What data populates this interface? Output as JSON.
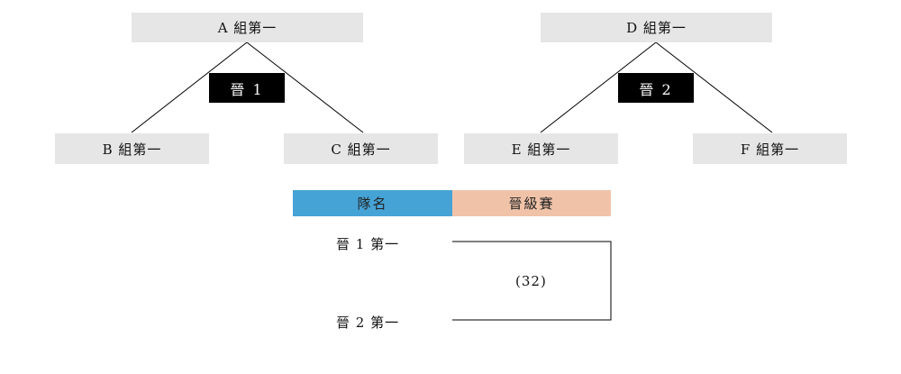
{
  "groups_left": {
    "top": "A 組第一",
    "bottom_left": "B 組第一",
    "bottom_right": "C 組第一",
    "qualifier": "晉 1"
  },
  "groups_right": {
    "top": "D 組第一",
    "bottom_left": "E 組第一",
    "bottom_right": "F 組第一",
    "qualifier": "晉 2"
  },
  "table_header": {
    "team_name": "隊名",
    "promotion_match": "晉級賽",
    "team_name_color": "#46a3d6",
    "promotion_match_color": "#f0c3a8"
  },
  "bracket": {
    "entry_top": "晉 1 第一",
    "entry_bottom": "晉 2 第一",
    "match_number": "(32)"
  }
}
